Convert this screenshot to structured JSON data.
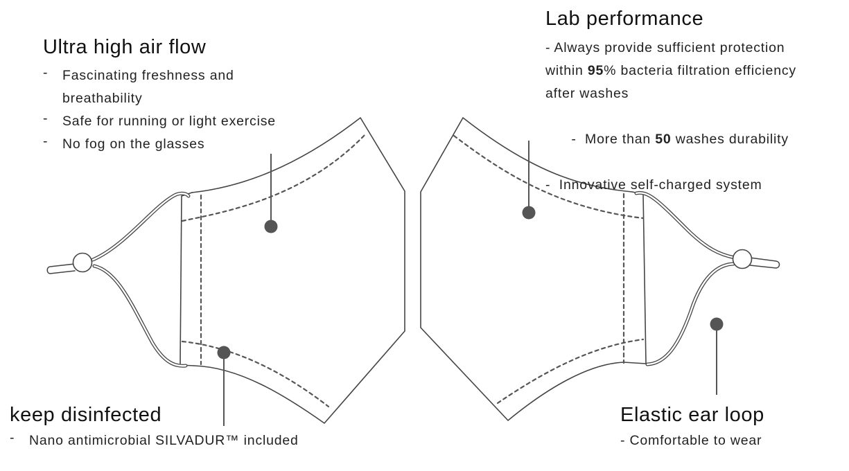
{
  "callouts": {
    "air_flow": {
      "title": "Ultra high air flow",
      "items": [
        "Fascinating freshness and",
        "breathability",
        "Safe for running or light exercise",
        "No fog on the glasses"
      ]
    },
    "lab": {
      "title": "Lab performance",
      "line1": "- Always provide sufficient protection",
      "line2_pre": "within ",
      "line2_bold": "95",
      "line2_post": "% bacteria filtration efficiency",
      "line3": "after washes",
      "line4_pre": "-  More than ",
      "line4_bold": "50",
      "line4_post": " washes durability",
      "line5": "-  Innovative self-charged system"
    },
    "disinfected": {
      "title": "keep disinfected",
      "items": [
        "Nano antimicrobial SILVADUR™ included"
      ]
    },
    "ear_loop": {
      "title": "Elastic ear loop",
      "line1": "- Comfortable to wear"
    }
  },
  "dash": "-",
  "icons": {
    "left_mask": "mask-side-view-icon",
    "right_mask": "mask-side-view-icon"
  }
}
